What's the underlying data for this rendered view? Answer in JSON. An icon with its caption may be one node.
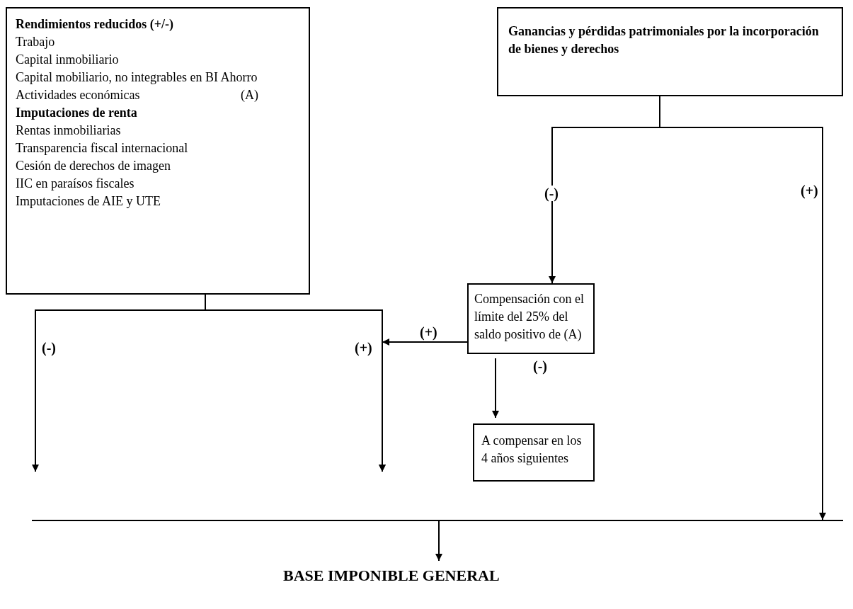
{
  "diagram": {
    "nodes": [
      {
        "text": [
          "Rendimientos reducidos (+/-)",
          "Trabajo",
          "Capital inmobiliario",
          "Capital mobiliario, no integrables en BI Ahorro",
          "Actividades económicas",
          "(A)",
          "Imputaciones de renta",
          "Rentas inmobiliarias",
          "Transparencia fiscal internacional",
          "Cesión de derechos de imagen",
          "IIC en paraísos fiscales",
          "Imputaciones de AIE y UTE"
        ]
      },
      {
        "text": [
          "Ganancias y pérdidas patrimoniales por la incorporación de bienes y derechos"
        ]
      },
      {
        "text": [
          "Compensación con el límite del 25% del saldo positivo de (A)"
        ]
      },
      {
        "text": [
          "A compensar en los 4 años siguientes"
        ]
      },
      {
        "text": [],
        "shape": "bar"
      },
      {
        "text": [
          "BASE IMPONIBLE GENERAL"
        ]
      }
    ],
    "edges": [
      {
        "from": 0,
        "to": 4,
        "arrow": "to",
        "label": "(-)"
      },
      {
        "from": 0,
        "to": 4,
        "arrow": "to",
        "label": "(+)"
      },
      {
        "from": 1,
        "to": 2,
        "arrow": "to",
        "label": "(-)"
      },
      {
        "from": 1,
        "to": 4,
        "arrow": "to",
        "label": "(+)"
      },
      {
        "from": 2,
        "to": 4,
        "arrow": "to",
        "label": "(+)"
      },
      {
        "from": 2,
        "to": 3,
        "arrow": "to",
        "label": "(-)"
      },
      {
        "from": 4,
        "to": 5,
        "arrow": "to"
      }
    ]
  }
}
